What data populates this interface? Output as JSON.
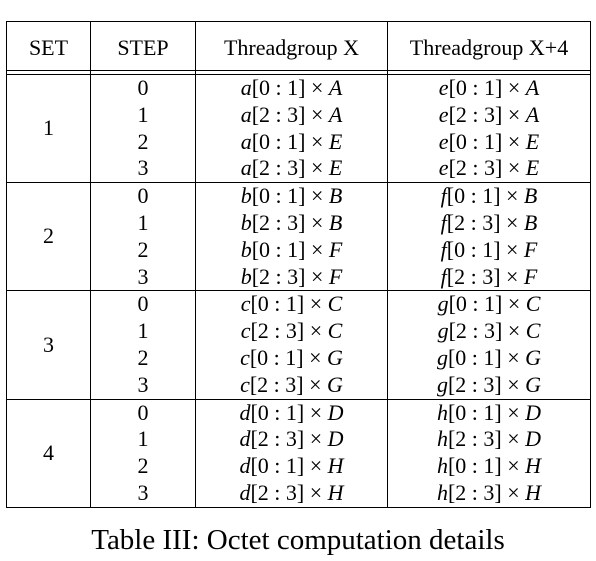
{
  "table": {
    "headers": [
      "SET",
      "STEP",
      "Threadgroup X",
      "Threadgroup X+4"
    ],
    "groups": [
      {
        "set": "1",
        "rows": [
          {
            "step": "0",
            "x": [
              "a",
              "[0 : 1] × ",
              "A"
            ],
            "x4": [
              "e",
              "[0 : 1] × ",
              "A"
            ]
          },
          {
            "step": "1",
            "x": [
              "a",
              "[2 : 3] × ",
              "A"
            ],
            "x4": [
              "e",
              "[2 : 3] × ",
              "A"
            ]
          },
          {
            "step": "2",
            "x": [
              "a",
              "[0 : 1] × ",
              "E"
            ],
            "x4": [
              "e",
              "[0 : 1] × ",
              "E"
            ]
          },
          {
            "step": "3",
            "x": [
              "a",
              "[2 : 3] × ",
              "E"
            ],
            "x4": [
              "e",
              "[2 : 3] × ",
              "E"
            ]
          }
        ]
      },
      {
        "set": "2",
        "rows": [
          {
            "step": "0",
            "x": [
              "b",
              "[0 : 1] × ",
              "B"
            ],
            "x4": [
              "f",
              "[0 : 1] × ",
              "B"
            ]
          },
          {
            "step": "1",
            "x": [
              "b",
              "[2 : 3] × ",
              "B"
            ],
            "x4": [
              "f",
              "[2 : 3] × ",
              "B"
            ]
          },
          {
            "step": "2",
            "x": [
              "b",
              "[0 : 1] × ",
              "F"
            ],
            "x4": [
              "f",
              "[0 : 1] × ",
              "F"
            ]
          },
          {
            "step": "3",
            "x": [
              "b",
              "[2 : 3] × ",
              "F"
            ],
            "x4": [
              "f",
              "[2 : 3] × ",
              "F"
            ]
          }
        ]
      },
      {
        "set": "3",
        "rows": [
          {
            "step": "0",
            "x": [
              "c",
              "[0 : 1] × ",
              "C"
            ],
            "x4": [
              "g",
              "[0 : 1] × ",
              "C"
            ]
          },
          {
            "step": "1",
            "x": [
              "c",
              "[2 : 3] × ",
              "C"
            ],
            "x4": [
              "g",
              "[2 : 3] × ",
              "C"
            ]
          },
          {
            "step": "2",
            "x": [
              "c",
              "[0 : 1] × ",
              "G"
            ],
            "x4": [
              "g",
              "[0 : 1] × ",
              "G"
            ]
          },
          {
            "step": "3",
            "x": [
              "c",
              "[2 : 3] × ",
              "G"
            ],
            "x4": [
              "g",
              "[2 : 3] × ",
              "G"
            ]
          }
        ]
      },
      {
        "set": "4",
        "rows": [
          {
            "step": "0",
            "x": [
              "d",
              "[0 : 1] × ",
              "D"
            ],
            "x4": [
              "h",
              "[0 : 1] × ",
              "D"
            ]
          },
          {
            "step": "1",
            "x": [
              "d",
              "[2 : 3] × ",
              "D"
            ],
            "x4": [
              "h",
              "[2 : 3] × ",
              "D"
            ]
          },
          {
            "step": "2",
            "x": [
              "d",
              "[0 : 1] × ",
              "H"
            ],
            "x4": [
              "h",
              "[0 : 1] × ",
              "H"
            ]
          },
          {
            "step": "3",
            "x": [
              "d",
              "[2 : 3] × ",
              "H"
            ],
            "x4": [
              "h",
              "[2 : 3] × ",
              "H"
            ]
          }
        ]
      }
    ]
  },
  "caption": "Table III: Octet computation details"
}
